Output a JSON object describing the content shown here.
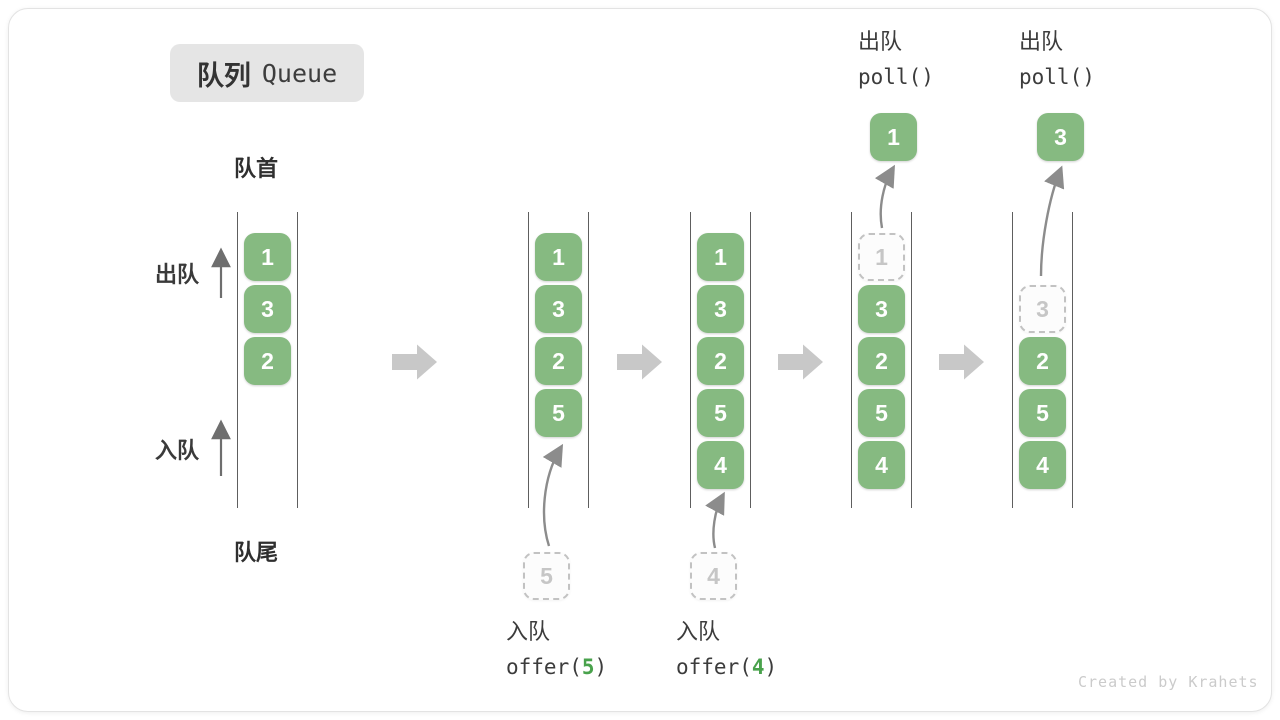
{
  "title": {
    "zh": "队列",
    "en": "Queue"
  },
  "labels": {
    "front": "队首",
    "rear": "队尾",
    "dequeue_side": "出队",
    "enqueue_side": "入队"
  },
  "states": [
    {
      "boxes": [
        {
          "value": "1"
        },
        {
          "value": "3"
        },
        {
          "value": "2"
        }
      ]
    },
    {
      "boxes": [
        {
          "value": "1"
        },
        {
          "value": "3"
        },
        {
          "value": "2"
        },
        {
          "value": "5"
        }
      ],
      "incoming": "5"
    },
    {
      "boxes": [
        {
          "value": "1"
        },
        {
          "value": "3"
        },
        {
          "value": "2"
        },
        {
          "value": "5"
        },
        {
          "value": "4"
        }
      ],
      "incoming": "4"
    },
    {
      "dashed": "1",
      "boxes": [
        {
          "value": "3"
        },
        {
          "value": "2"
        },
        {
          "value": "5"
        },
        {
          "value": "4"
        }
      ],
      "outgoing": "1"
    },
    {
      "dashed": "3",
      "boxes": [
        {
          "value": "2"
        },
        {
          "value": "5"
        },
        {
          "value": "4"
        }
      ],
      "outgoing": "3"
    }
  ],
  "operations": {
    "enqueue5": {
      "name": "入队",
      "code_fn": "offer(",
      "code_arg": "5",
      "code_close": ")"
    },
    "enqueue4": {
      "name": "入队",
      "code_fn": "offer(",
      "code_arg": "4",
      "code_close": ")"
    },
    "dequeue1": {
      "name": "出队",
      "code": "poll()"
    },
    "dequeue2": {
      "name": "出队",
      "code": "poll()"
    }
  },
  "watermark": "Created by Krahets",
  "colors": {
    "item_green": "#86BA81",
    "code_arg_green": "#49A24C",
    "channel_line": "#5E5E5E",
    "text_dark": "#3A3A3A",
    "block_arrow_gray": "#C8C8C8",
    "curve_arrow_gray": "#8C8C8C",
    "dashed_border_gray": "#C2C2C2",
    "badge_background": "#E5E5E5",
    "watermark_gray": "#CBCBCB"
  }
}
